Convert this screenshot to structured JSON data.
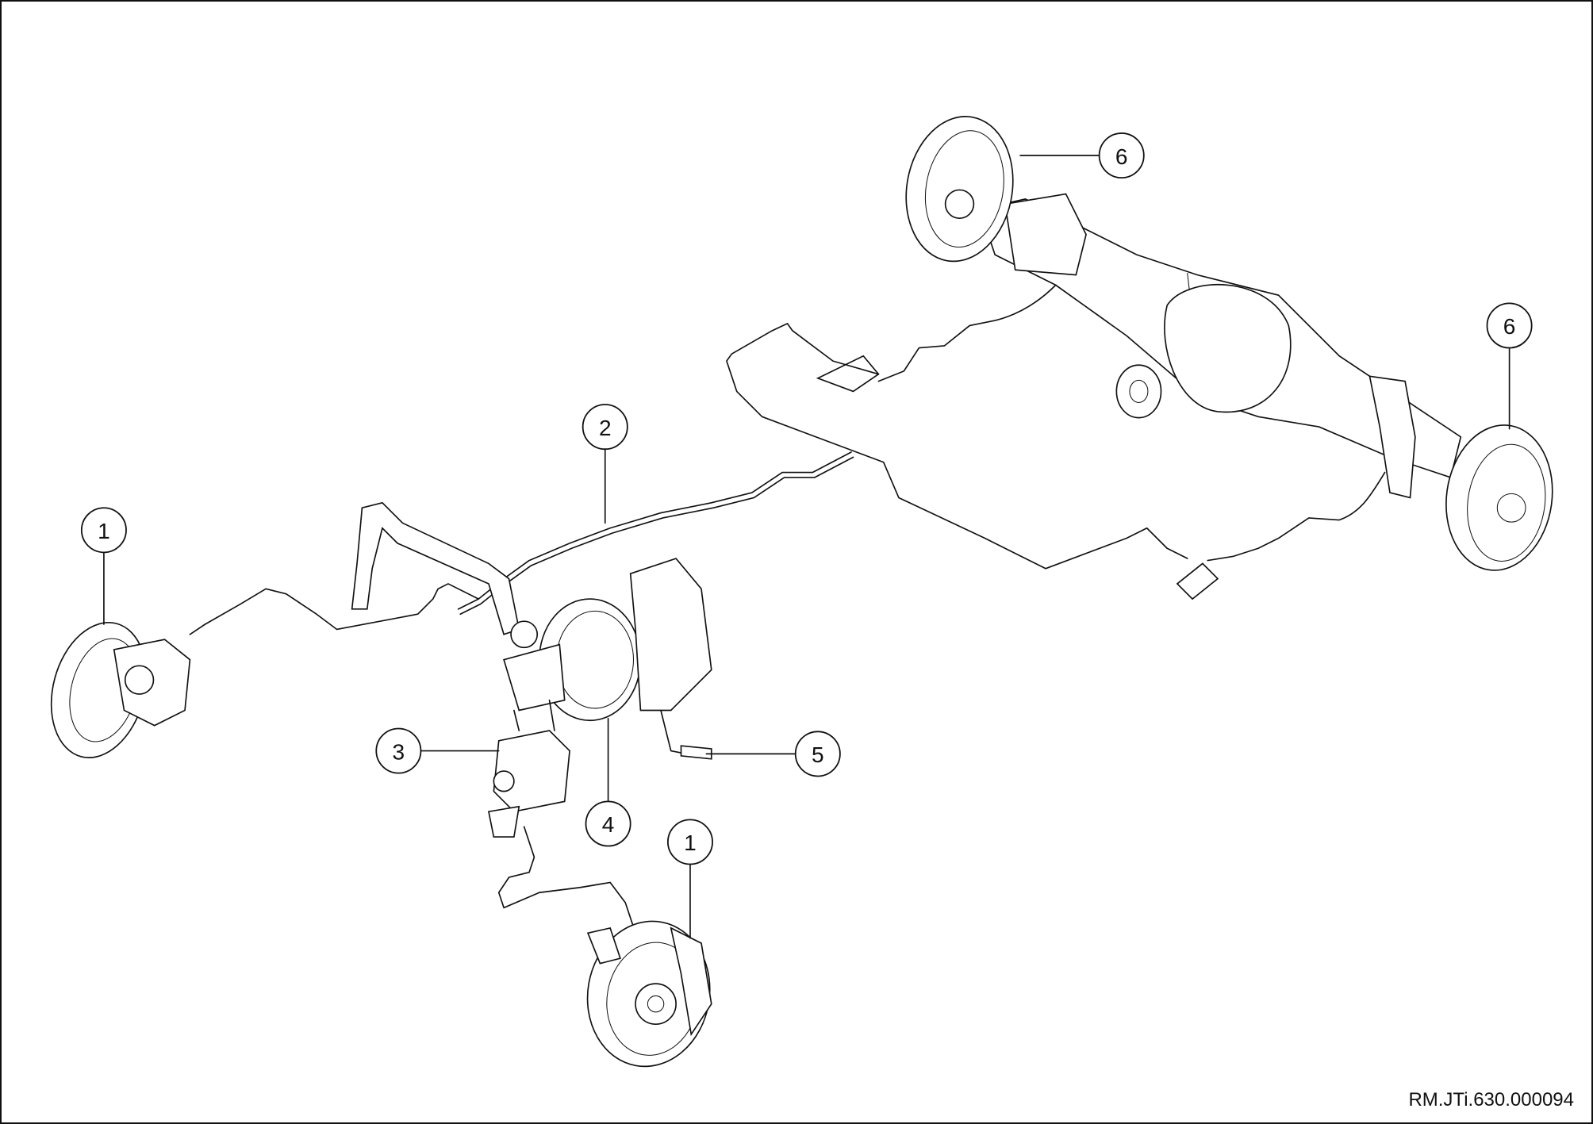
{
  "callouts": {
    "front_left_brake": "1",
    "brake_lines": "2",
    "abs_unit": "3",
    "booster": "4",
    "pedal": "5",
    "rear_left_brake": "6",
    "rear_right_brake": "6",
    "front_right_brake": "1"
  },
  "reference_code": "RM.JTi.630.000094"
}
